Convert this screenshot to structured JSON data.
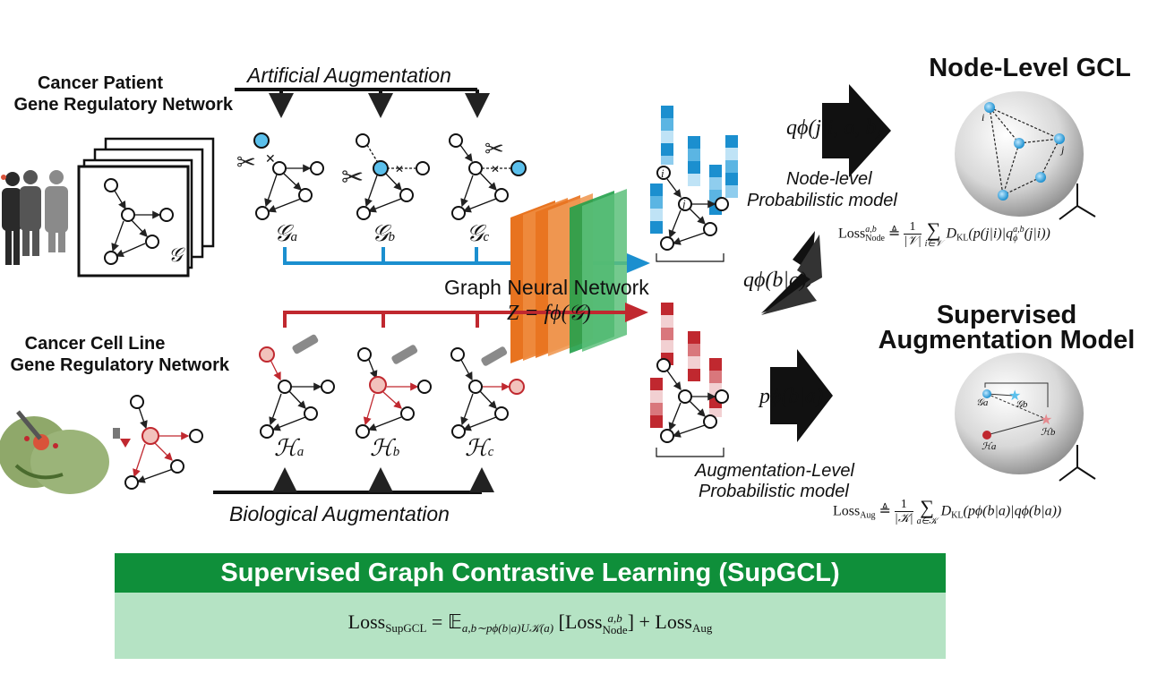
{
  "patient": {
    "line1": "Cancer Patient",
    "line2": "Gene Regulatory Network"
  },
  "cellline": {
    "line1": "Cancer Cell Line",
    "line2": "Gene Regulatory Network"
  },
  "artificial_label": "Artificial Augmentation",
  "biological_label": "Biological Augmentation",
  "graph_symbol": "𝒢",
  "graph_labels": {
    "a": "𝒢",
    "a_sub": "a",
    "b": "𝒢",
    "b_sub": "b",
    "c": "𝒢",
    "c_sub": "c"
  },
  "h_labels": {
    "a": "ℋ",
    "a_sub": "a",
    "b": "ℋ",
    "b_sub": "b",
    "c": "ℋ",
    "c_sub": "c"
  },
  "gnn_title": "Graph Neural Network",
  "gnn_formula": "Z = fϕ(𝒢)",
  "node_model": {
    "formula": "qϕ(j|i, a, b)",
    "line1": "Node-level",
    "line2": "Probabilistic model"
  },
  "aug_q_formula": "qϕ(b|a)",
  "aug_p_formula": "pϕ(b|a)",
  "aug_model": {
    "line1": "Augmentation-Level",
    "line2": "Probabilistic model"
  },
  "node_gcl_title": "Node-Level GCL",
  "sam_title": {
    "line1": "Supervised",
    "line2": "Augmentation Model"
  },
  "node_nodes": {
    "i": "i",
    "j": "j"
  },
  "loss_node": {
    "lhs": "Loss",
    "lhs_sub": "Node",
    "lhs_sup": "a,b",
    "def": "≜",
    "num": "1",
    "den": "|𝒱|",
    "sum_sub": "i∈𝒱",
    "rhs": "D",
    "rhs_sub": "KL",
    "rhs_body": "(p(j|i)|q",
    "rhs_q_sub": "ϕ",
    "rhs_q_sup": "a,b",
    "rhs_tail": "(j|i))"
  },
  "loss_aug": {
    "lhs": "Loss",
    "lhs_sub": "Aug",
    "def": "≜",
    "num": "1",
    "den": "|𝒦|",
    "sum_sub": "a∈𝒦",
    "rhs": "D",
    "rhs_sub": "KL",
    "rhs_body": "(pϕ(b|a)|qϕ(b|a))"
  },
  "sphere2_labels": {
    "ga": "𝒢a",
    "gb": "𝒢b",
    "ha": "ℋa",
    "hb": "ℋb"
  },
  "banner": "Supervised Graph Contrastive Learning (SupGCL)",
  "supgcl_loss": {
    "lhs": "Loss",
    "lhs_sub": "SupGCL",
    "eq": "= 𝔼",
    "e_sub": "a,b∼pϕ(b|a)U𝒦(a)",
    "bracket_open": "[Loss",
    "node_sub": "Node",
    "node_sup": "a,b",
    "bracket_close": "] + Loss",
    "aug_sub": "Aug"
  },
  "colors": {
    "blue": "#1b8fcf",
    "red": "#c0282f",
    "orange": "#e8731f",
    "green": "#22a04a",
    "banner": "#0f8f3a",
    "banner_bg": "#b5e3c4"
  }
}
